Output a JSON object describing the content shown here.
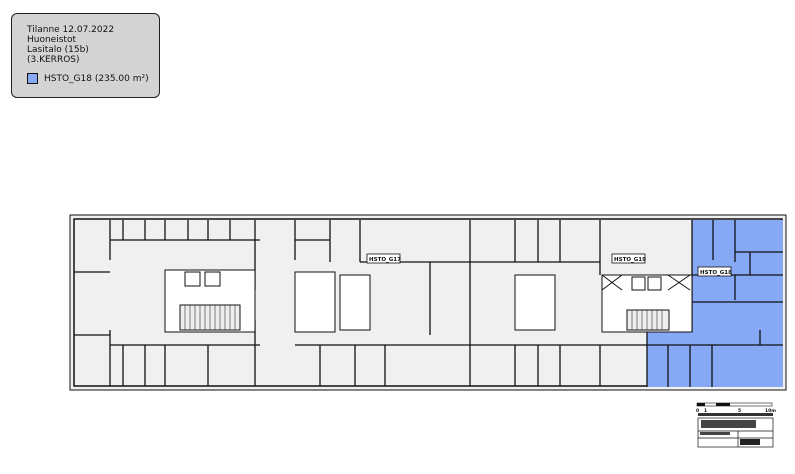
{
  "legend": {
    "date_line": "Tilanne 12.07.2022",
    "category": "Huoneistot",
    "building": "Lasitalo (15b)",
    "floor": "(3.KERROS)",
    "item_label": "HSTO_G18 (235.00 m²)",
    "item_color": "#86a8f5"
  },
  "plan": {
    "units": [
      {
        "label": "HSTO_G17"
      },
      {
        "label": "HSTO_G19"
      },
      {
        "label": "HSTO_G18",
        "highlight": true
      }
    ],
    "highlight_color": "#86a8f5",
    "floor_color": "#f0f0f0"
  },
  "scale_bar": {
    "ticks": [
      "0",
      "1",
      "5",
      "10m"
    ]
  }
}
